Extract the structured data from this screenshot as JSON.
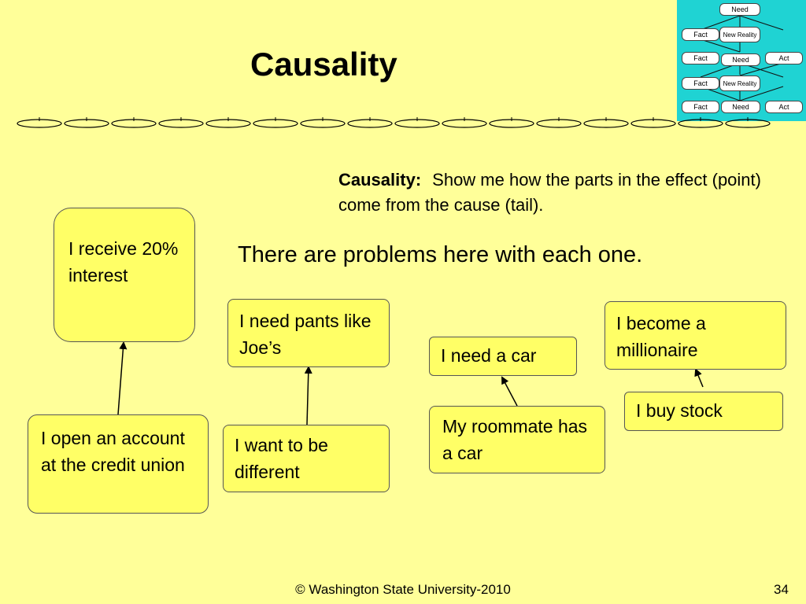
{
  "title": "Causality",
  "thumbnail": {
    "nodes": [
      "Need",
      "Fact",
      "New Reality",
      "Fact",
      "Need",
      "Act",
      "Fact",
      "New Reality",
      "Fact",
      "Need",
      "Act"
    ]
  },
  "intro": {
    "term": "Causality:",
    "text": "Show me how the parts in the effect (point) come from the cause (tail)."
  },
  "problems_text": "There are problems here with each one.",
  "boxes": {
    "effect_1": "I receive 20% interest",
    "cause_1": "I open an account at the credit union",
    "effect_2": "I need pants like Joe’s",
    "cause_2": "I want to be different",
    "effect_3": "I need a car",
    "cause_3": "My roommate has a car",
    "effect_4": "I become a millionaire",
    "cause_4": "I buy stock"
  },
  "colors": {
    "background": "#FFFF99",
    "box_fill": "#FFFF66",
    "thumbnail_bg": "#1fd3d3"
  },
  "footer": {
    "copyright": "© Washington State University-2010",
    "page_number": "34"
  }
}
